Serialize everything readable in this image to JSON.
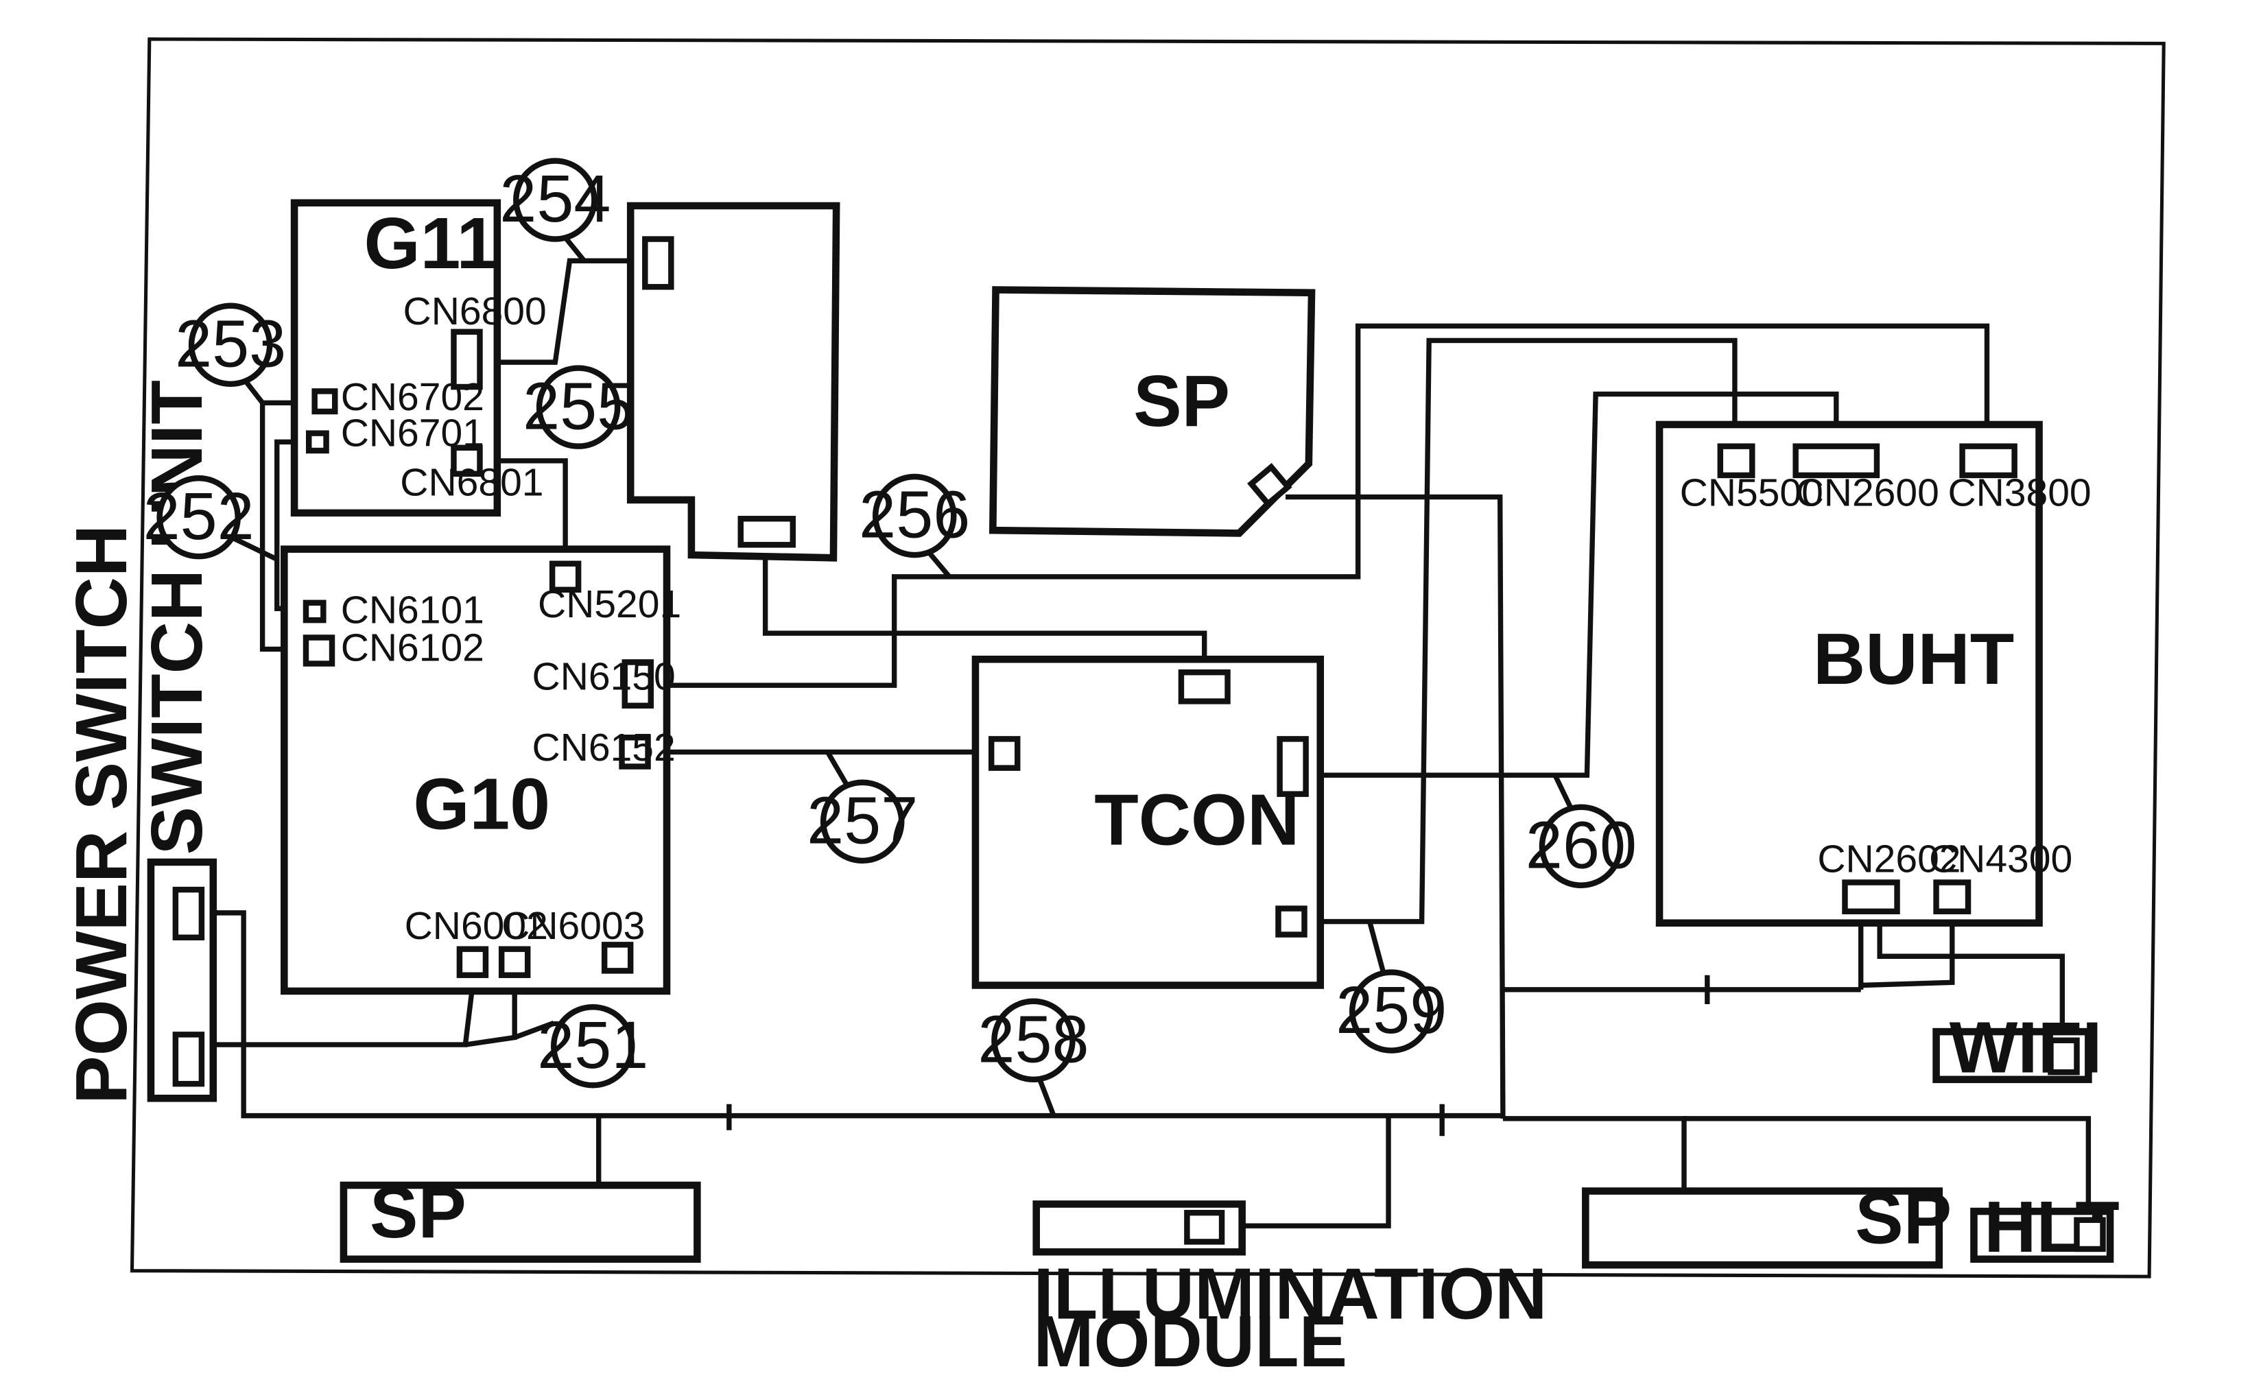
{
  "boards": {
    "g11": "G11",
    "g10": "G10",
    "tcon": "TCON",
    "buht": "BUHT",
    "sp_top": "SP",
    "sp_bottom_left": "SP",
    "sp_bottom_right": "SP",
    "wifi": "WIFI",
    "hlt": "HLT"
  },
  "labels": {
    "power_switch": "POWER SWITCH",
    "switch_unit": "SWITCH UNIT",
    "illumination_line1": "ILLUMINATION",
    "illumination_line2": "MODULE"
  },
  "connectors": {
    "cn6800": "CN6800",
    "cn6702": "CN6702",
    "cn6701": "CN6701",
    "cn6801": "CN6801",
    "cn6101": "CN6101",
    "cn6102": "CN6102",
    "cn5201": "CN5201",
    "cn6150": "CN6150",
    "cn6152": "CN6152",
    "cn6002": "CN6002",
    "cn6003": "CN6003",
    "cn5500": "CN5500",
    "cn2600": "CN2600",
    "cn3800": "CN3800",
    "cn2602": "CN2602",
    "cn4300": "CN4300"
  },
  "callouts": [
    "251",
    "252",
    "253",
    "254",
    "255",
    "256",
    "257",
    "258",
    "259",
    "260"
  ]
}
